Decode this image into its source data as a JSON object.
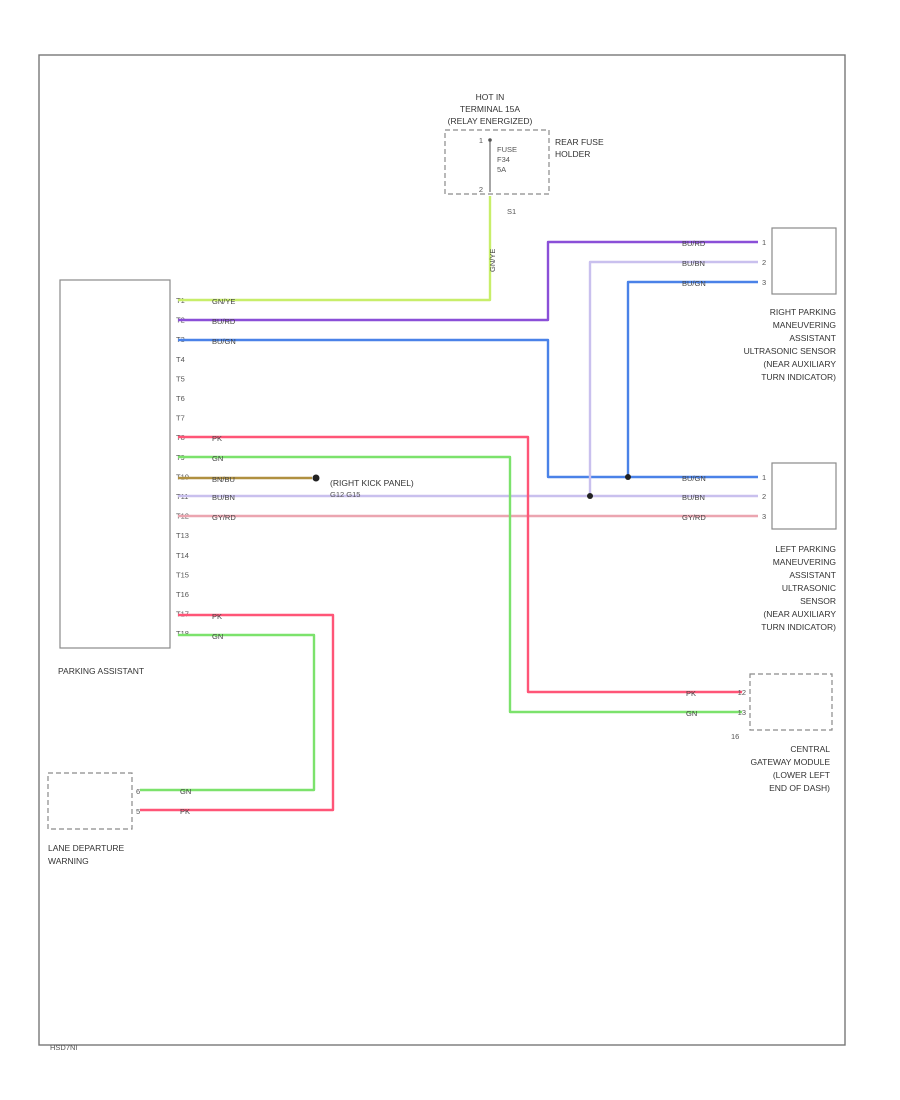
{
  "colors": {
    "gn_ye": "#c8ee6a",
    "bu_rd": "#8a4fd8",
    "bu_gn": "#4a82e8",
    "bu_bn": "#c9c0ee",
    "gy_rd": "#eba5b0",
    "pk": "#ff5577",
    "gn": "#7ce26c",
    "bn_bu": "#b09040",
    "frame": "#777777"
  },
  "diagram": {
    "footer_code": "HSD7NI",
    "fuse_holder": {
      "hot_label_1": "HOT IN",
      "hot_label_2": "TERMINAL 15A",
      "hot_label_3": "(RELAY ENERGIZED)",
      "name_1": "REAR FUSE",
      "name_2": "HOLDER",
      "fuse_1": "FUSE",
      "fuse_2": "F34",
      "fuse_3": "5A",
      "pin_top": "1",
      "pin_bottom": "2",
      "ground_ref": "S1"
    },
    "fuse_wire": "GN/YE",
    "parking_assistant": {
      "label": "PARKING ASSISTANT",
      "pins": [
        "T1",
        "T2",
        "T3",
        "T4",
        "T5",
        "T6",
        "T7",
        "T8",
        "T9",
        "T10",
        "T11",
        "T12",
        "T13",
        "T14",
        "T15",
        "T16",
        "T17",
        "T18"
      ]
    },
    "wires_from_pa": {
      "t1": "GN/YE",
      "t2": "BU/RD",
      "t3": "BU/GN",
      "t8": "PK",
      "t9": "GN",
      "t10": "BN/BU",
      "t11": "BU/BN",
      "t12": "GY/RD",
      "t17": "PK",
      "t18": "GN"
    },
    "ground": {
      "line1": "(RIGHT KICK PANEL)",
      "line2": "G12 G15"
    },
    "right_sensor": {
      "label_1": "RIGHT PARKING",
      "label_2": "MANEUVERING",
      "label_3": "ASSISTANT",
      "label_4": "ULTRASONIC SENSOR",
      "label_5": "(NEAR AUXILIARY",
      "label_6": "TURN INDICATOR)",
      "wire_1": "BU/RD",
      "wire_2": "BU/BN",
      "wire_3": "BU/GN",
      "pin_1": "1",
      "pin_2": "2",
      "pin_3": "3"
    },
    "left_sensor": {
      "label_1": "LEFT PARKING",
      "label_2": "MANEUVERING",
      "label_3": "ASSISTANT",
      "label_4": "ULTRASONIC",
      "label_5": "SENSOR",
      "label_6": "(NEAR AUXILIARY",
      "label_7": "TURN INDICATOR)",
      "wire_1": "BU/GN",
      "wire_2": "BU/BN",
      "wire_3": "GY/RD",
      "pin_1": "1",
      "pin_2": "2",
      "pin_3": "3"
    },
    "gateway": {
      "label_1": "CENTRAL",
      "label_2": "GATEWAY MODULE",
      "label_3": "(LOWER LEFT",
      "label_4": "END OF DASH)",
      "wire_1": "PK",
      "wire_2": "GN",
      "pin_1": "12",
      "pin_2": "13",
      "pin_ref": "16"
    },
    "lane_departure": {
      "label_1": "LANE DEPARTURE",
      "label_2": "WARNING",
      "wire_1": "GN",
      "wire_2": "PK",
      "pin_1": "6",
      "pin_2": "5"
    }
  }
}
